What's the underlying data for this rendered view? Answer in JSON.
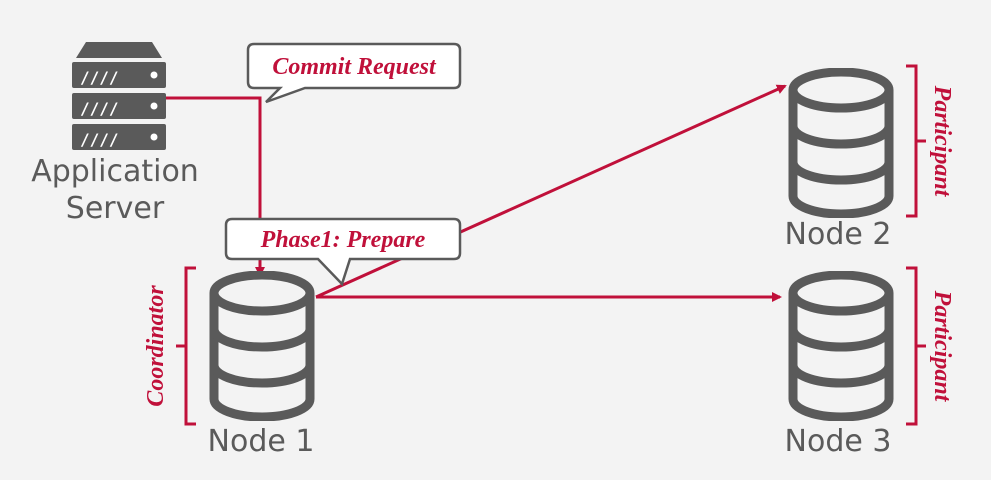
{
  "colors": {
    "accent": "#c0103a",
    "icon": "#5a5a5a",
    "background": "#f3f3f3"
  },
  "server": {
    "label_line1": "Application",
    "label_line2": "Server",
    "icon": "server-icon"
  },
  "nodes": {
    "node1": {
      "label": "Node 1",
      "role": "Coordinator",
      "icon": "database-icon"
    },
    "node2": {
      "label": "Node 2",
      "role": "Participant",
      "icon": "database-icon"
    },
    "node3": {
      "label": "Node 3",
      "role": "Participant",
      "icon": "database-icon"
    }
  },
  "callouts": {
    "commit_request": "Commit Request",
    "prepare": "Phase1: Prepare"
  }
}
